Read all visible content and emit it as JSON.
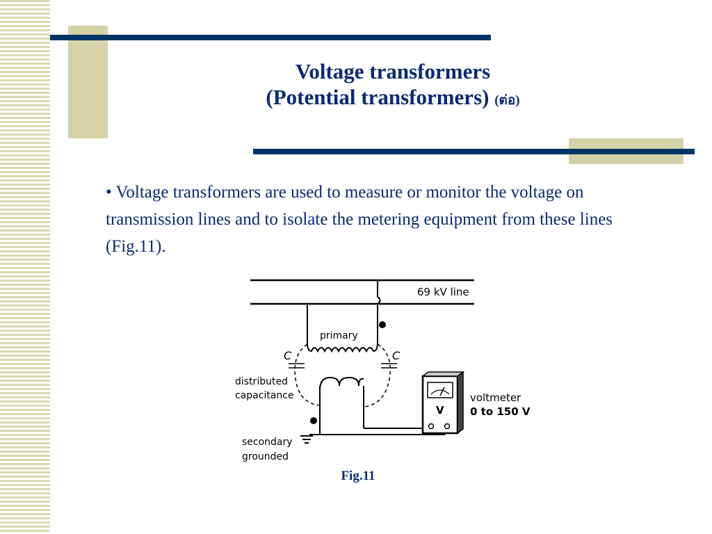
{
  "slide": {
    "title_line1": "Voltage transformers",
    "title_line2": "(Potential transformers)",
    "title_suffix": "(ต่อ)",
    "bullet_text": "• Voltage transformers are used to measure or monitor the voltage on transmission lines and to isolate the metering equipment from these lines (Fig.11).",
    "caption": "Fig.11"
  },
  "figure": {
    "line_label": "69 kV line",
    "primary_label": "primary",
    "cap_left": "C",
    "cap_right": "C",
    "distributed_1": "distributed",
    "distributed_2": "capacitance",
    "voltmeter_1": "voltmeter",
    "voltmeter_2": "0 to 150 V",
    "meter_symbol": "V",
    "secondary_1": "secondary",
    "secondary_2": "grounded"
  },
  "colors": {
    "navy_bar": "#003366",
    "tan": "#d6d2a8",
    "text": "#0b2a6f"
  }
}
